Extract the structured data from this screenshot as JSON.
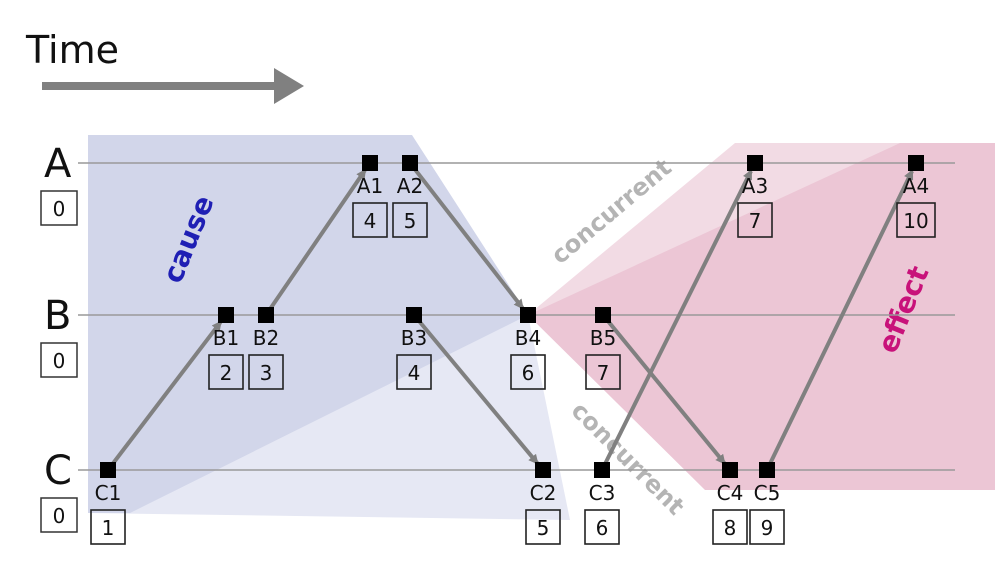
{
  "title": "Time",
  "colors": {
    "cause_dark": "#d2d6ea",
    "cause_light": "#e6e8f4",
    "effect_dark": "#ecc6d5",
    "effect_light": "#f2dbe4",
    "arrow": "#808080",
    "timeline": "#999999",
    "cause_text": "#1f1fb4",
    "effect_text": "#c8127a",
    "concurrent_text": "#b4b4b4"
  },
  "region_labels": {
    "cause": "cause",
    "effect": "effect",
    "concurrent_top": "concurrent",
    "concurrent_bottom": "concurrent"
  },
  "processes": [
    {
      "name": "A",
      "initial_clock": "0"
    },
    {
      "name": "B",
      "initial_clock": "0"
    },
    {
      "name": "C",
      "initial_clock": "0"
    }
  ],
  "events": [
    {
      "id": "A1",
      "process": "A",
      "clock": "4"
    },
    {
      "id": "A2",
      "process": "A",
      "clock": "5"
    },
    {
      "id": "A3",
      "process": "A",
      "clock": "7"
    },
    {
      "id": "A4",
      "process": "A",
      "clock": "10"
    },
    {
      "id": "B1",
      "process": "B",
      "clock": "2"
    },
    {
      "id": "B2",
      "process": "B",
      "clock": "3"
    },
    {
      "id": "B3",
      "process": "B",
      "clock": "4"
    },
    {
      "id": "B4",
      "process": "B",
      "clock": "6"
    },
    {
      "id": "B5",
      "process": "B",
      "clock": "7"
    },
    {
      "id": "C1",
      "process": "C",
      "clock": "1"
    },
    {
      "id": "C2",
      "process": "C",
      "clock": "5"
    },
    {
      "id": "C3",
      "process": "C",
      "clock": "6"
    },
    {
      "id": "C4",
      "process": "C",
      "clock": "8"
    },
    {
      "id": "C5",
      "process": "C",
      "clock": "9"
    }
  ],
  "messages": [
    {
      "from": "C1",
      "to": "B1"
    },
    {
      "from": "B2",
      "to": "A1"
    },
    {
      "from": "A2",
      "to": "B4"
    },
    {
      "from": "B3",
      "to": "C2"
    },
    {
      "from": "C3",
      "to": "A3"
    },
    {
      "from": "B5",
      "to": "C4"
    },
    {
      "from": "C5",
      "to": "A4"
    }
  ]
}
